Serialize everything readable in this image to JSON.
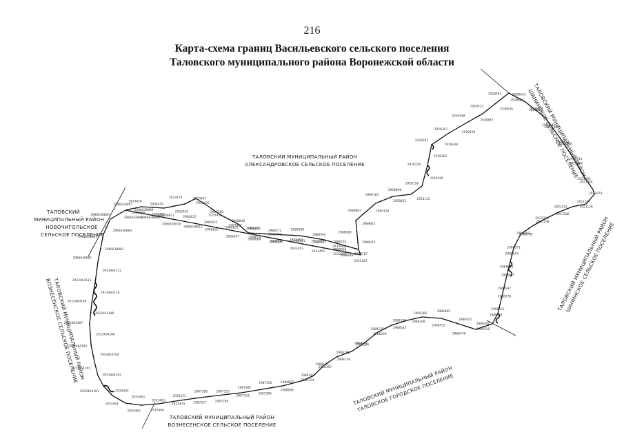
{
  "page": {
    "number": "216",
    "title_line1": "Карта-схема границ Васильевского сельского поселения",
    "title_line2": "Таловского муниципального района Воронежской области"
  },
  "map": {
    "neighbors": {
      "novochigolskoe": [
        "ТАЛОВСКИЙ",
        "МУНИЦИПАЛЬНЫЙ РАЙОН",
        "НОВОЧИГОЛЬСКОЕ",
        "СЕЛЬСКОЕ ПОСЕЛЕНИЕ"
      ],
      "aleksandrovskoe": [
        "ТАЛОВСКИЙ МУНИЦИПАЛЬНЫЙ РАЙОН",
        "АЛЕКСАНДРОВСКОЕ СЕЛЬСКОЕ ПОСЕЛЕНИЕ"
      ],
      "shanin_north": [
        "ТАЛОВСКИЙ МУНИЦИПАЛЬНЫЙ РАЙОН",
        "ШАНИНСКОЕ СЕЛЬСКОЕ ПОСЕЛЕНИЕ"
      ],
      "shanin_east": [
        "ТАЛОВСКИЙ МУНИЦИПАЛЬНЫЙ РАЙОН",
        "ШАНИНСКОЕ СЕЛЬСКОЕ ПОСЕЛЕНИЕ"
      ],
      "voznesenskoe_west": [
        "ТАЛОВСКИЙ МУНИЦИПАЛЬНЫЙ РАЙОН",
        "ВОЗНЕСЕНСКОЕ СЕЛЬСКОЕ ПОСЕЛЕНИЕ"
      ],
      "voznesenskoe_south": [
        "ТАЛОВСКИЙ МУНИЦИПАЛЬНЫЙ РАЙОН",
        "ВОЗНЕСЕНСКОЕ СЕЛЬСКОЕ ПОСЕЛЕНИЕ"
      ],
      "talovskoe": [
        "ТАЛОВСКИЙ МУНИЦИПАЛЬНЫЙ РАЙОН",
        "ТАЛОВСКОЕ ГОРОДСКОЕ ПОСЕЛЕНИЕ"
      ]
    },
    "point_labels": [
      "2907300",
      "2933450",
      "2933452",
      "2908410",
      "2933456",
      "2933479",
      "2933476",
      "2933457",
      "2933451",
      "2907980",
      "2907997",
      "2908048",
      "2908132",
      "2908167",
      "2908297",
      "2908371",
      "2908441",
      "2908500",
      "2908527",
      "2908594",
      "2908660",
      "2908733",
      "2908787",
      "2908848",
      "2908914",
      "2908980",
      "2909042",
      "2909081",
      "2909120",
      "2909165",
      "2920052",
      "2920090",
      "2920112",
      "2920158",
      "2920180",
      "2920220",
      "2920262",
      "2920301",
      "2920330",
      "2920367",
      "2920410",
      "2920450",
      "2920487",
      "2920512",
      "2920536",
      "2920581",
      "2920602",
      "2920643",
      "2920680",
      "2920712",
      "2920745",
      "2920798",
      "2920832",
      "2920876",
      "2920911",
      "2920956",
      "2921003",
      "2921044",
      "2921078",
      "2921120",
      "2921167",
      "2921206",
      "2921251",
      "2921290",
      "2921334",
      "2908709",
      "2908692",
      "2908671",
      "2908654",
      "2908633",
      "2908611",
      "2908597",
      "2908570",
      "2908552",
      "2908531",
      "2908510",
      "2908492",
      "2908470",
      "2908451",
      "2908432",
      "2908409",
      "2908388",
      "2908366",
      "2908343",
      "2908320",
      "2908299",
      "2908275",
      "2908254",
      "2908232",
      "2908210",
      "2908189",
      "2908167",
      "2908145",
      "2908124",
      "2908101",
      "2908080",
      "2908057",
      "2907390",
      "2907356",
      "2907331",
      "2907305",
      "2907280",
      "2907253",
      "2907227",
      "2907200",
      "2933474",
      "2933473",
      "2933460",
      "2933461",
      "2933462",
      "2933463",
      "2933464",
      "2933465",
      "2933464101",
      "2933464102",
      "2933464103",
      "2933464104",
      "2933464105",
      "2933464106",
      "2933464107",
      "2933464108",
      "2933464109",
      "2933464110",
      "2933464111",
      "2933464112",
      "2986638001",
      "2986638002",
      "2986638003",
      "2986638004",
      "2986638005",
      "2986638006",
      "2986638007",
      "2986638008",
      "2986638009",
      "2986638010",
      "2986638011",
      "2986638012",
      "2966622",
      "2966628",
      "2966632",
      "2966647",
      "2966651",
      "2966668",
      "2966673",
      "2966690",
      "2933452",
      "2933453",
      "2933454",
      "2933455",
      "2933458",
      "2933459",
      "2933466",
      "2933467"
    ]
  }
}
